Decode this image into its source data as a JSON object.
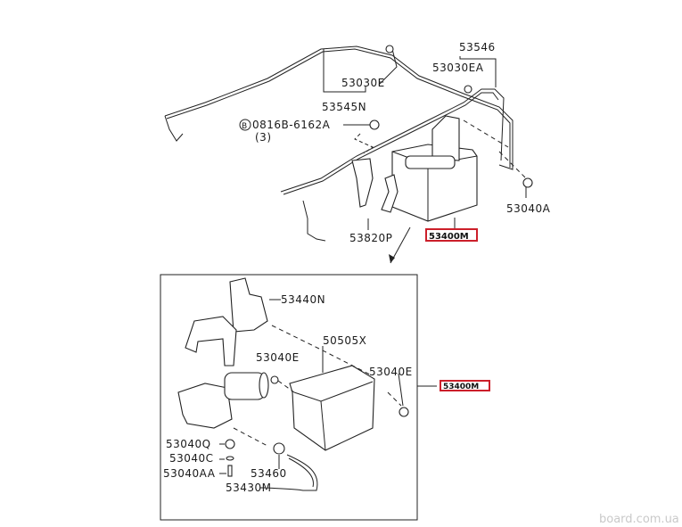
{
  "top_labels": {
    "p53546": "53546",
    "p53030EA": "53030EA",
    "p53030E": "53030E",
    "p53545N": "53545N",
    "bolt_marker": "B",
    "p0816B": "0816B-6162A",
    "qty": "(3)",
    "p53040A": "53040A",
    "p53820P": "53820P",
    "p53400M": "53400M"
  },
  "detail_labels": {
    "p53440N": "53440N",
    "p50505X": "50505X",
    "p53040E_left": "53040E",
    "p53040E_right": "53040E",
    "p53400M": "53400M",
    "p53040Q": "53040Q",
    "p53040C": "53040C",
    "p53040AA": "53040AA",
    "p53460": "53460",
    "p53430M": "53430M"
  },
  "watermark": "board.com.ua",
  "colors": {
    "highlight": "#cc1f2a"
  }
}
